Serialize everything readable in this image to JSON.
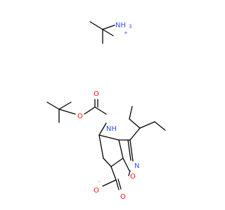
{
  "colors": {
    "bond": "#000000",
    "oxygen": "#ff0d0d",
    "nitrogen": "#3050f8",
    "background": "#ffffff"
  },
  "ammonium": {
    "label": "NH",
    "subscript": "3",
    "charge": "+"
  },
  "boc": {
    "oxygen_ester_label": "O",
    "oxygen_carbonyl_label": "O",
    "nh_label": "NH"
  },
  "ring": {
    "n_label": "N",
    "o_label": "O"
  },
  "carboxylate": {
    "o_carbonyl_label": "O",
    "o_anion_label": "O",
    "charge": "-"
  }
}
